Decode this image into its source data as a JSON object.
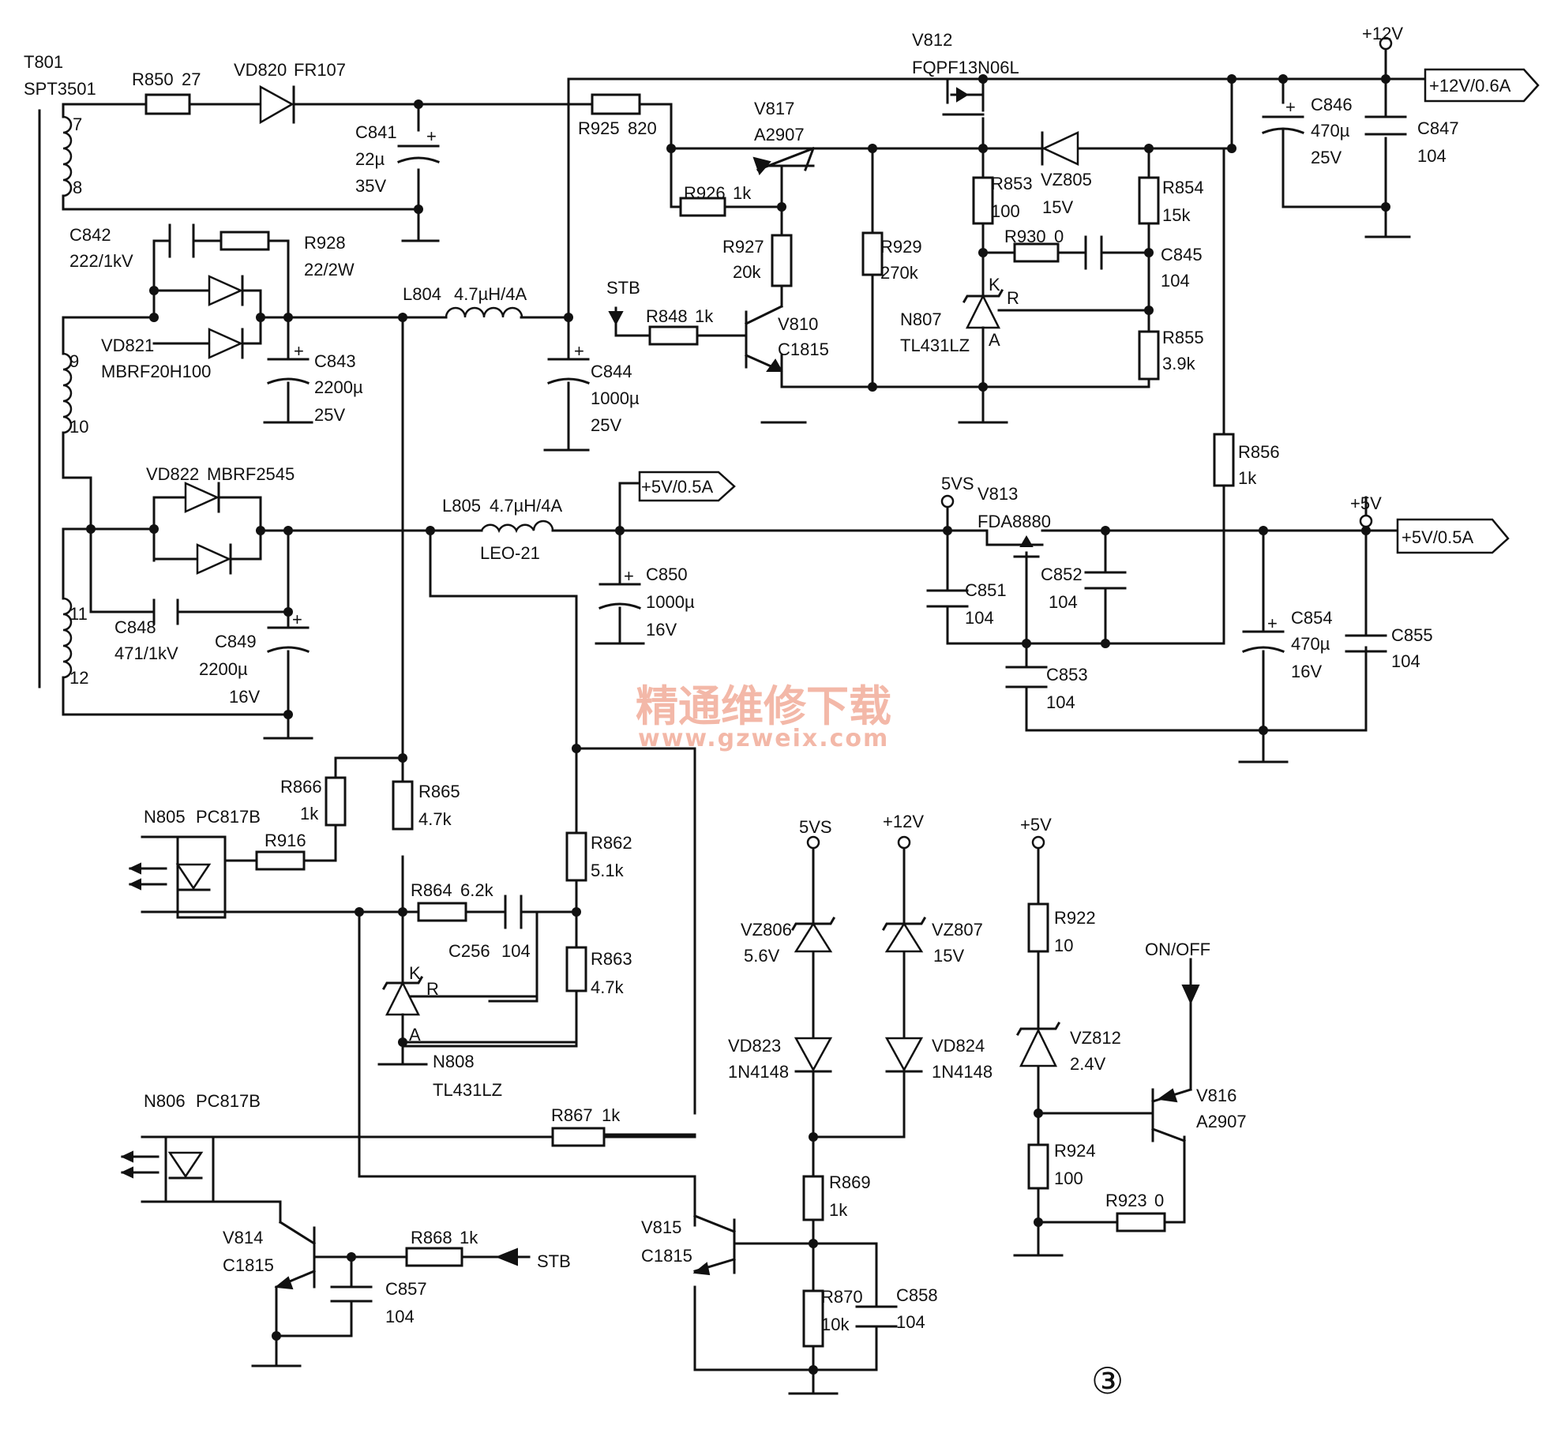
{
  "transformer": {
    "ref": "T801",
    "model": "SPT3501",
    "pins": [
      "7",
      "8",
      "9",
      "10",
      "11",
      "12"
    ]
  },
  "labels": {
    "R850": "R850",
    "R850v": "27",
    "VD820": "VD820",
    "VD820m": "FR107",
    "C841": "C841",
    "C841v": "22µ",
    "C841u": "35V",
    "C842": "C842",
    "C842v": "222/1kV",
    "R928": "R928",
    "R928v": "22/2W",
    "VD821": "VD821",
    "VD821m": "MBRF20H100",
    "C843": "C843",
    "C843v": "2200µ",
    "C843u": "25V",
    "L804": "L804",
    "L804v": "4.7µH/4A",
    "C844": "C844",
    "C844v": "1000µ",
    "C844u": "25V",
    "R925": "R925",
    "R925v": "820",
    "V817": "V817",
    "V817m": "A2907",
    "R926": "R926",
    "R926v": "1k",
    "R927": "R927",
    "R927v": "20k",
    "STB": "STB",
    "R848": "R848",
    "R848v": "1k",
    "V810": "V810",
    "V810m": "C1815",
    "V812": "V812",
    "V812m": "FQPF13N06L",
    "R929": "R929",
    "R929v": "270k",
    "R853": "R853",
    "R853v": "100",
    "VZ805": "VZ805",
    "VZ805v": "15V",
    "R854": "R854",
    "R854v": "15k",
    "R930": "R930",
    "R930v": "0",
    "C845": "C845",
    "C845v": "104",
    "N807": "N807",
    "N807m": "TL431LZ",
    "K": "K",
    "R": "R",
    "A": "A",
    "R855": "R855",
    "R855v": "3.9k",
    "plus12": "+12V",
    "out12": "+12V/0.6A",
    "C846": "C846",
    "C846v": "470µ",
    "C846u": "25V",
    "C847": "C847",
    "C847v": "104",
    "R856": "R856",
    "R856v": "1k",
    "VD822": "VD822",
    "VD822m": "MBRF2545",
    "L805": "L805",
    "L805v": "4.7µH/4A",
    "L805m": "LEO-21",
    "out5a": "+5V/0.5A",
    "C848": "C848",
    "C848v": "471/1kV",
    "C849": "C849",
    "C849v": "2200µ",
    "C849u": "16V",
    "C850": "C850",
    "C850v": "1000µ",
    "C850u": "16V",
    "5VS": "5VS",
    "V813": "V813",
    "V813m": "FDA8880",
    "C851": "C851",
    "C851v": "104",
    "C852": "C852",
    "C852v": "104",
    "C853": "C853",
    "C853v": "104",
    "plus5": "+5V",
    "out5b": "+5V/0.5A",
    "C854": "C854",
    "C854v": "470µ",
    "C854u": "16V",
    "C855": "C855",
    "C855v": "104",
    "N805": "N805",
    "N805m": "PC817B",
    "R866": "R866",
    "R866v": "1k",
    "R865": "R865",
    "R865v": "4.7k",
    "R916": "R916",
    "R862": "R862",
    "R862v": "5.1k",
    "R864": "R864",
    "R864v": "6.2k",
    "C256": "C256",
    "C256v": "104",
    "R863": "R863",
    "R863v": "4.7k",
    "N808": "N808",
    "N808m": "TL431LZ",
    "N806": "N806",
    "N806m": "PC817B",
    "R867": "R867",
    "R867v": "1k",
    "V814": "V814",
    "V814m": "C1815",
    "R868": "R868",
    "R868v": "1k",
    "STB2": "STB",
    "C857": "C857",
    "C857v": "104",
    "VZ806": "VZ806",
    "VZ806v": "5.6V",
    "VD823": "VD823",
    "VD823m": "1N4148",
    "VZ807": "VZ807",
    "VZ807v": "15V",
    "VD824": "VD824",
    "VD824m": "1N4148",
    "R869": "R869",
    "R869v": "1k",
    "V815": "V815",
    "V815m": "C1815",
    "R870": "R870",
    "R870v": "10k",
    "C858": "C858",
    "C858v": "104",
    "R922": "R922",
    "R922v": "10",
    "VZ812": "VZ812",
    "VZ812v": "2.4V",
    "ONOFF": "ON/OFF",
    "V816": "V816",
    "V816m": "A2907",
    "R924": "R924",
    "R924v": "100",
    "R923": "R923",
    "R923v": "0",
    "circled": "③"
  },
  "watermark": {
    "cn": "精通维修下载",
    "url": "www.gzweix.com"
  }
}
